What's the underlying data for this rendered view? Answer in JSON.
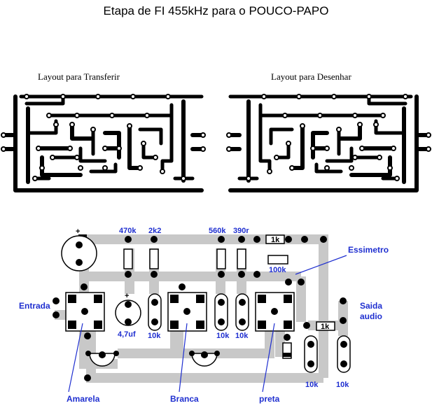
{
  "title": "Etapa de FI 455kHz para o POUCO-PAPO",
  "layout_transfer_title": "Layout para Transferir",
  "layout_draw_title": "Layout para Desenhar",
  "component_values": {
    "r_470k": "470k",
    "r_2k2": "2k2",
    "r_560k": "560k",
    "r_390r": "390r",
    "r_1k_top": "1k",
    "r_100k": "100k",
    "r_1k_right": "1k",
    "cap_4_7uf": "4,7uf",
    "pot1": "10k",
    "pot2": "10k",
    "pot3": "10k",
    "pot4": "10k",
    "pot5": "10k",
    "cap_plus_top": "+",
    "cap_plus_small": "+"
  },
  "labels": {
    "entrada": "Entrada",
    "saida_line1": "Saida",
    "saida_line2": "audio",
    "essimetro": "Essimetro",
    "amarela": "Amarela",
    "branca": "Branca",
    "preta": "preta"
  },
  "colors": {
    "trace": "#000000",
    "board_trace": "#c8c8c8",
    "label_blue": "#1f2fd0",
    "pointer_blue": "#1f2fd0"
  }
}
